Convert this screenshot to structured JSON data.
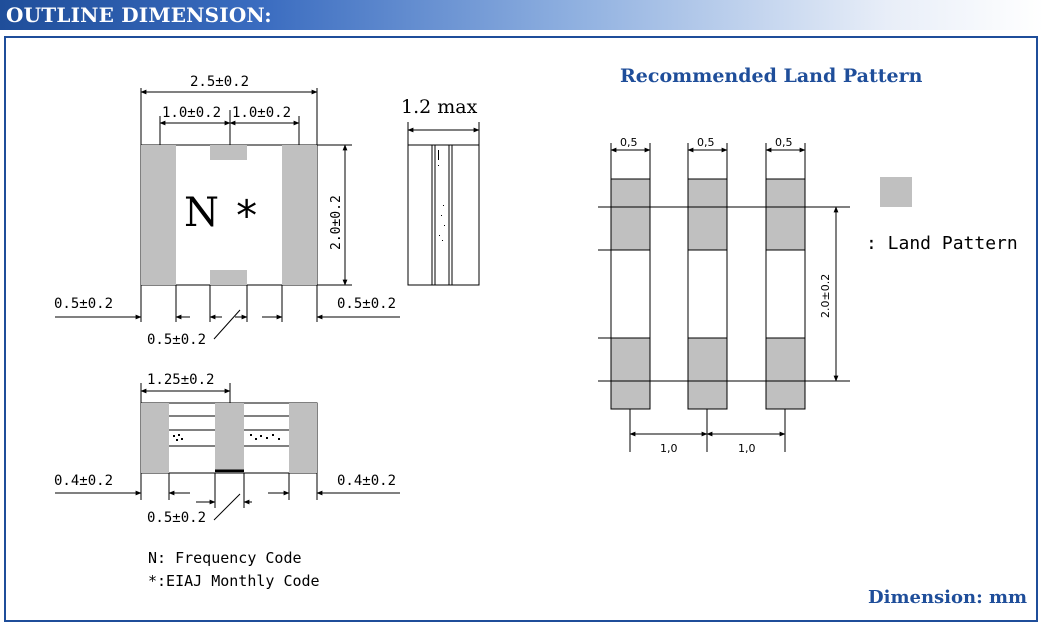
{
  "header": {
    "title": "OUTLINE DIMENSION:"
  },
  "top_view": {
    "overall_width": "2.5±0.2",
    "left_half": "1.0±0.2",
    "right_half": "1.0±0.2",
    "height": "2.0±0.2",
    "mark_n": "N",
    "mark_star": "*",
    "left_term": "0.5±0.2",
    "right_term": "0.5±0.2",
    "center_term": "0.5±0.2"
  },
  "side_view": {
    "max_height": "1.2 max"
  },
  "bottom_view": {
    "width": "1.25±0.2",
    "left_term": "0.4±0.2",
    "right_term": "0.4±0.2",
    "center_term": "0.5±0.2"
  },
  "legend": {
    "line1": "N: Frequency Code",
    "line2": "*:EIAJ Monthly Code"
  },
  "land_pattern": {
    "title": "Recommended Land Pattern",
    "pad_width_1": "0,5",
    "pad_width_2": "0,5",
    "pad_width_3": "0,5",
    "height": "2.0±0.2",
    "pitch_1": "1,0",
    "pitch_2": "1,0",
    "legend_label": ": Land Pattern"
  },
  "units": "Dimension: mm",
  "colors": {
    "brand": "#1f4e9a",
    "pad": "#c0c0c0",
    "line": "#000000"
  }
}
